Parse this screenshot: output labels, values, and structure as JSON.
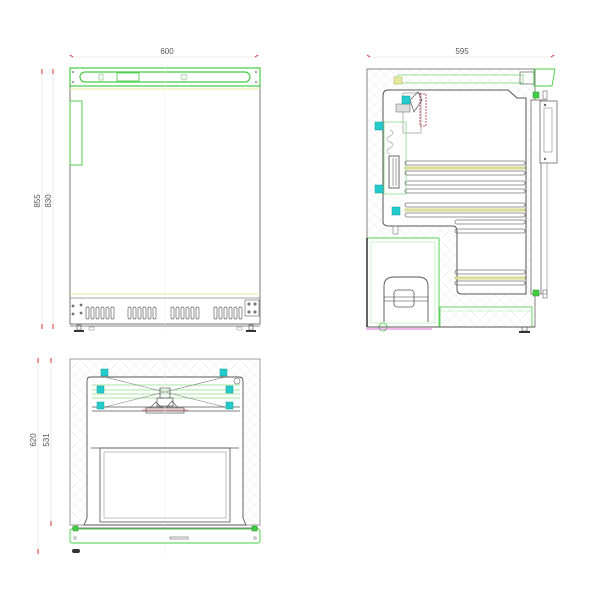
{
  "drawing": {
    "title": "Undercounter refrigerator technical drawing",
    "views": [
      "front",
      "side",
      "top"
    ]
  },
  "dimensions": {
    "front_width": "600",
    "side_depth": "595",
    "overall_height": "855",
    "body_height": "830",
    "top_depth_overall": "620",
    "top_depth_body": "531"
  },
  "colors": {
    "outline": "#555555",
    "green": "#44cc44",
    "light_green": "#aee8ae",
    "cyan": "#22cccc",
    "yellow": "#e8e8a0",
    "red_tick": "#e03030",
    "magenta": "#cc44cc",
    "hatch": "#e6e6e6",
    "grey_fill": "#cfcfcf"
  }
}
